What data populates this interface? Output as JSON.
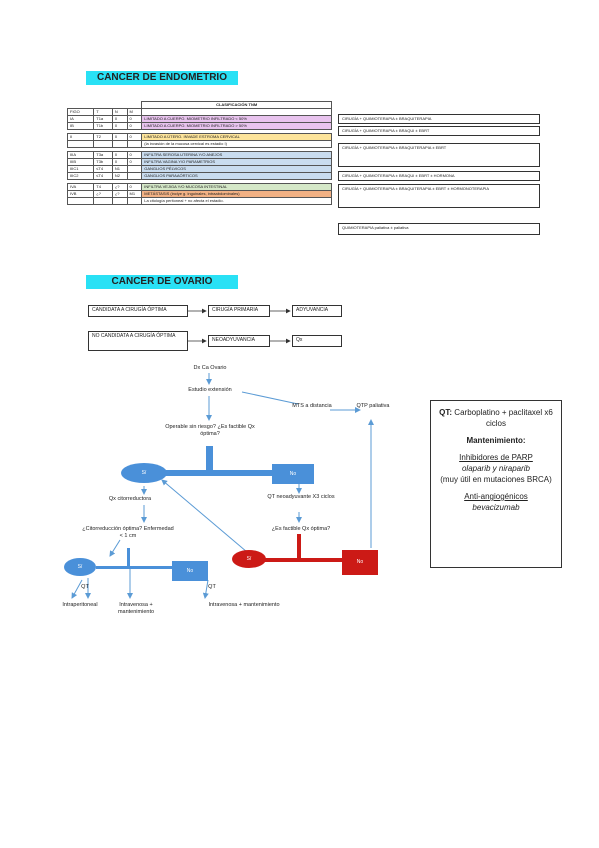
{
  "endometrio": {
    "title": "CANCER DE ENDOMETRIO",
    "table_header": "CLASIFICACIÓN TNM",
    "cols": [
      "FIGO",
      "T",
      "N",
      "M"
    ],
    "rows": [
      {
        "figo": "IA",
        "t": "T1a",
        "n": "0",
        "m": "0",
        "desc": "LIMITADO A CUERPO. MIOMETRIO INFILTRADO < 50%",
        "color": "#e8c3ee"
      },
      {
        "figo": "IB",
        "t": "T1b",
        "n": "0",
        "m": "0",
        "desc": "LIMITADO A CUERPO. MIOMETRIO INFILTRADO > 50%",
        "color": "#e8c3ee"
      },
      {
        "figo": "II",
        "t": "T2",
        "n": "0",
        "m": "0",
        "desc": "LIMITADO A ÚTERO. INVADE ESTROMA CERVICAL",
        "color": "#fde49a"
      },
      {
        "figo": "",
        "t": "",
        "n": "",
        "m": "",
        "desc": "(la invasión de la mucosa cervical es estadio I)",
        "color": "#ffffff"
      },
      {
        "figo": "IIIA",
        "t": "T3a",
        "n": "0",
        "m": "0",
        "desc": "INFILTRA SEROSA UTERINA Y/O ANEJOS",
        "color": "#c9dcef"
      },
      {
        "figo": "IIIB",
        "t": "T3b",
        "n": "0",
        "m": "0",
        "desc": "INFILTRA VAGINA Y/O PARAMETRIOS",
        "color": "#c9dcef"
      },
      {
        "figo": "IIIC1",
        "t": "≤T4",
        "n": "N1",
        "m": "",
        "desc": "GANGLIOS PÉLVICOS",
        "color": "#c9dcef"
      },
      {
        "figo": "IIIC2",
        "t": "≤T4",
        "n": "N2",
        "m": "",
        "desc": "GANGLIOS PARAAÓRTICOS",
        "color": "#c9dcef"
      },
      {
        "figo": "IVA",
        "t": "T4",
        "n": "¿?",
        "m": "0",
        "desc": "INFILTRA VEJIGA Y/O MUCOSA INTESTINAL",
        "color": "#d5e8c8"
      },
      {
        "figo": "IVB",
        "t": "¿?",
        "n": "¿?",
        "m": "M1",
        "desc": "METÁSTASIS (inclye g. inguinales, intraabdominales)",
        "color": "#f2b184"
      },
      {
        "figo": "",
        "t": "",
        "n": "",
        "m": "",
        "desc": "La citología peritoneal + no afecta el estadio.",
        "color": "#ffffff"
      }
    ],
    "notes": [
      "CIRUGÍA + QUIMIOTERAPIA ± BRAQUITERAPIA",
      "CIRUGÍA + QUIMIOTERAPIA ± BRAQUI ± EBRT",
      "CIRUGÍA + QUIMIOTERAPIA ± BRAQUITERAPIA ± EBRT",
      "CIRUGÍA + QUIMIOTERAPIA ± BRAQUI ± EBRT ± HORMONA",
      "CIRUGÍA + QUIMIOTERAPIA ± BRAQUITERAPIA ± EBRT ± HORMONOTERAPIA",
      "QUIMIOTERAPIA paliativa ± paliativa"
    ]
  },
  "ovario": {
    "title": "CANCER DE OVARIO",
    "row1": [
      "CANDIDATA A CIRUGÍA ÓPTIMA",
      "CIRUGÍA PRIMARIA",
      "ADYUVANCIA"
    ],
    "row2": [
      "NO CANDIDATA A CIRUGÍA ÓPTIMA",
      "NEOADYUVANCIA",
      "Qx"
    ],
    "flow": {
      "dx": "Dx Ca Ovario",
      "estudio": "Estudio extensión",
      "mts": "MTS a distancia",
      "qt_paliativa": "QTP paliativa",
      "pregunta1": "Operable sin riesgo? ¿Es factible Qx óptima?",
      "si1": "Sí",
      "no1": "No",
      "qx_citorreductora": "Qx citorreductora",
      "qt_neoadyuvante": "QT neoadyuvante X3 ciclos",
      "pregunta2": "¿Citorreducción óptima? Enfermedad < 1 cm",
      "pregunta3": "¿Es factible Qx óptima?",
      "si2": "Sí",
      "no2": "No",
      "si3": "Sí",
      "no3": "No",
      "qt_label": "QT",
      "qt_label2": "QT",
      "intraperitoneal": "Intraperitoneal",
      "iv_mant": "Intravenosa + mantenimiento",
      "iv_mant2": "Intravenosa + mantenimiento"
    },
    "legend": {
      "qt_title": "QT:",
      "qt_text": "Carboplatino + paclitaxel x6 ciclos",
      "mant_title": "Mantenimiento:",
      "parp_title": "Inhibidores de PARP",
      "parp_drugs": "olaparib y niraparib",
      "parp_note": "(muy útil en mutaciones BRCA)",
      "anti_title": "Anti-angiogénicos",
      "anti_drug": "bevacizumab"
    }
  },
  "colors": {
    "title_bg": "#29e1f5",
    "blue": "#4a90d9",
    "red": "#cc1a16",
    "arrow": "#5b9bd5"
  }
}
